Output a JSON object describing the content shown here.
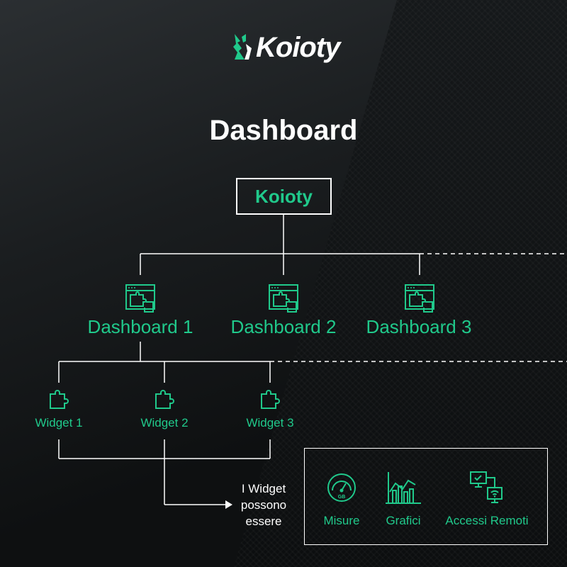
{
  "brand": {
    "name": "Koioty"
  },
  "title": "Dashboard",
  "root": {
    "label": "Koioty"
  },
  "dashboards": [
    {
      "label": "Dashboard 1"
    },
    {
      "label": "Dashboard 2"
    },
    {
      "label": "Dashboard 3"
    }
  ],
  "widgets": [
    {
      "label": "Widget 1"
    },
    {
      "label": "Widget 2"
    },
    {
      "label": "Widget 3"
    }
  ],
  "note": {
    "line1": "I Widget",
    "line2": "possono",
    "line3": "essere"
  },
  "features": [
    {
      "label": "Misure",
      "icon": "gauge-icon"
    },
    {
      "label": "Grafici",
      "icon": "bar-chart-icon"
    },
    {
      "label": "Accessi Remoti",
      "icon": "remote-access-icon"
    }
  ],
  "colors": {
    "accent": "#20c98b",
    "line": "#ffffff",
    "background": "#0b0d0e"
  }
}
